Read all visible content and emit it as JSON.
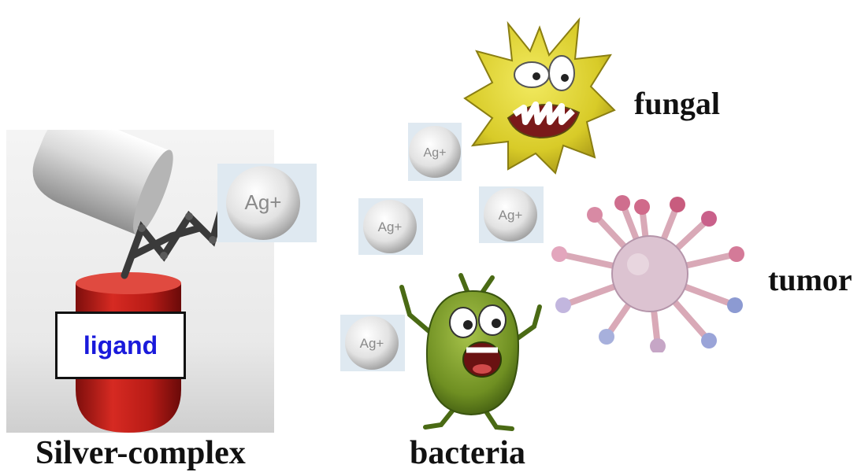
{
  "labels": {
    "fungal": "fungal",
    "tumor": "tumor",
    "bacteria": "bacteria",
    "silver_complex": "Silver-complex",
    "ligand": "ligand"
  },
  "ions": [
    "Ag+",
    "Ag+",
    "Ag+",
    "Ag+",
    "Ag+"
  ],
  "colors": {
    "capsule_red": "#c0201c",
    "capsule_silver": "#d8d8d8",
    "fungus": "#e2d532",
    "bacterium": "#7a9a2a",
    "ligand_text": "#1a1adb"
  }
}
